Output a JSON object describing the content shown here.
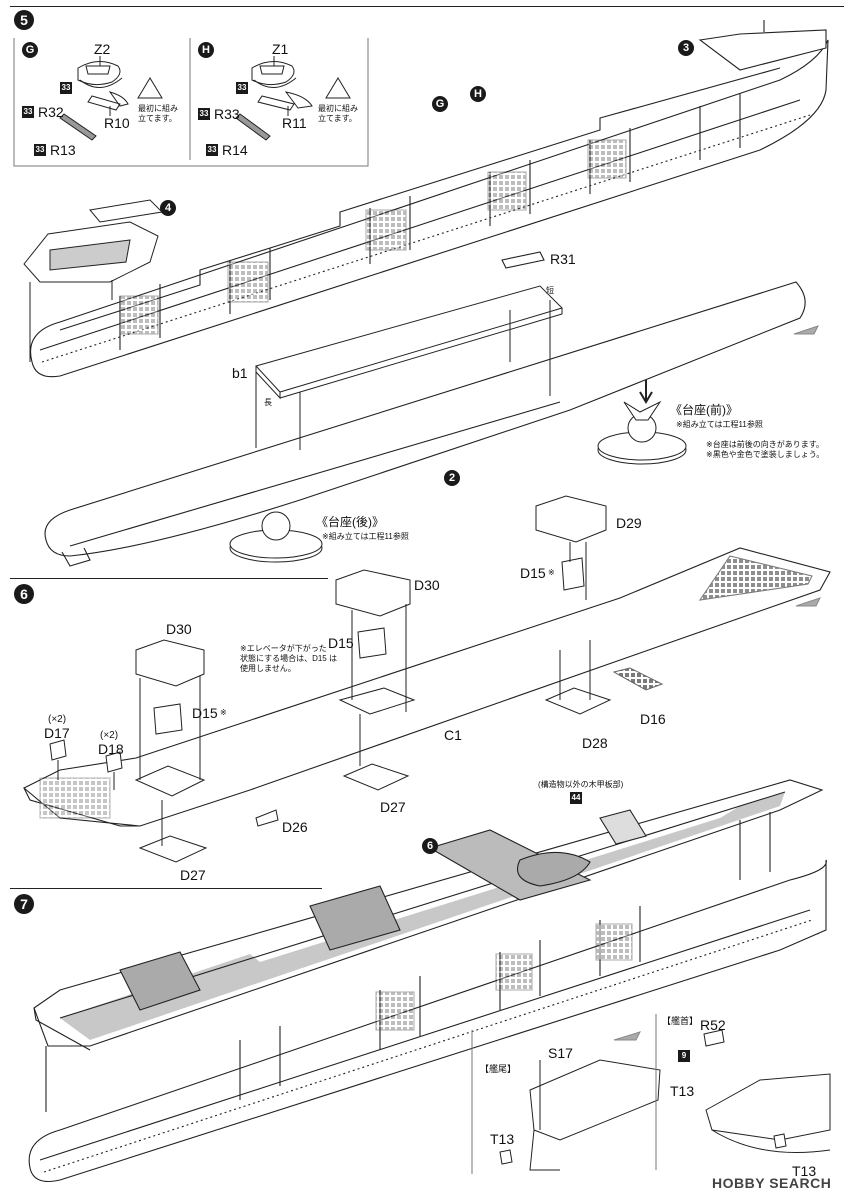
{
  "steps": {
    "s5": "5",
    "s6": "6",
    "s7": "7",
    "g": "G",
    "h": "H",
    "ref3": "3",
    "ref4": "4",
    "ref2": "2",
    "ref6": "6"
  },
  "subG": {
    "z": "Z2",
    "badge": "33",
    "r32": "R32",
    "r10": "R10",
    "r13": "R13",
    "note": "最初に組み\n立てます。"
  },
  "subH": {
    "z": "Z1",
    "badge": "33",
    "r33": "R33",
    "r11": "R11",
    "r14": "R14",
    "note": "最初に組み\n立てます。"
  },
  "step5": {
    "r31": "R31",
    "b1": "b1",
    "long": "長",
    "short": "短",
    "mount_front_title": "《台座(前)》",
    "mount_front_note": "※組み立ては工程11参照",
    "mount_note2": "※台座は前後の向きがあります。\n※黒色や金色で塗装しましょう。",
    "mount_rear_title": "《台座(後)》",
    "mount_rear_note": "※組み立ては工程11参照"
  },
  "step6": {
    "d29": "D29",
    "d15a": "D15",
    "star": "※",
    "d30a": "D30",
    "d15b": "D15",
    "elevator_note": "※エレベータが下がった\n状態にする場合は、D15 は\n使用しません。",
    "d30b": "D30",
    "d15c": "D15",
    "d16": "D16",
    "d28": "D28",
    "c1": "C1",
    "d27a": "D27",
    "x2a": "(×2)",
    "d17": "D17",
    "x2b": "(×2)",
    "d18": "D18",
    "d26": "D26",
    "d27b": "D27",
    "deck_note": "(構造物以外の木甲板部)",
    "deck_badge": "44"
  },
  "step7": {
    "bow_title": "【艦首】",
    "r52": "R52",
    "badge9": "9",
    "t13a": "T13",
    "stern_title": "【艦尾】",
    "s17": "S17",
    "t13b": "T13",
    "t13c": "T13"
  },
  "watermark": "HOBBY SEARCH"
}
